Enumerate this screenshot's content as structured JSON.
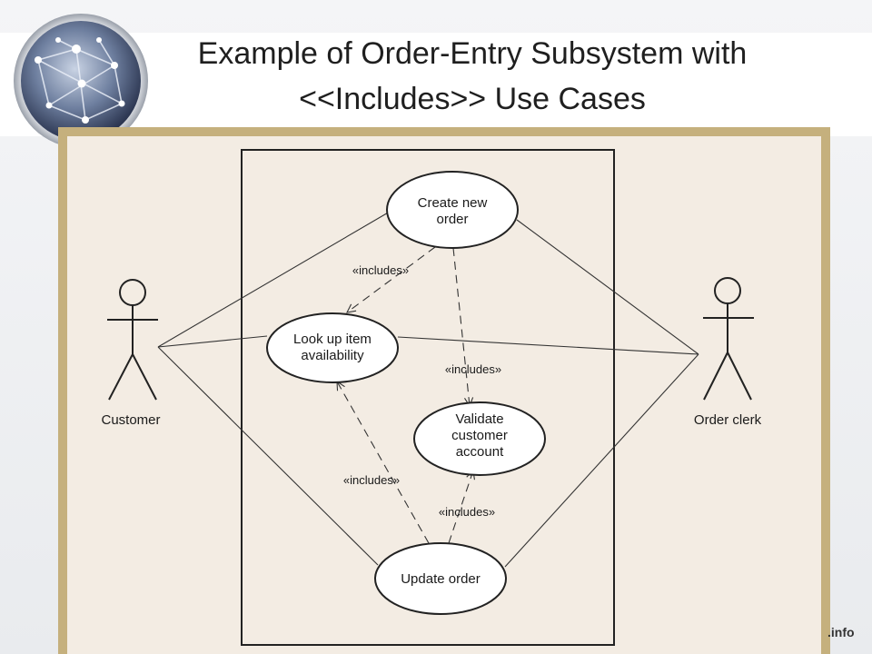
{
  "slide": {
    "title_line1": "Example of Order-Entry Subsystem with",
    "title_line2": "<<Includes>> Use Cases",
    "footer": ".info"
  },
  "diagram": {
    "actors": {
      "customer": "Customer",
      "clerk": "Order clerk"
    },
    "use_cases": {
      "create_line1": "Create new",
      "create_line2": "order",
      "lookup_line1": "Look up item",
      "lookup_line2": "availability",
      "validate_line1": "Validate",
      "validate_line2": "customer",
      "validate_line3": "account",
      "update": "Update order"
    },
    "includes_label": "«includes»"
  },
  "colors": {
    "frame": "#c5b07d",
    "canvas": "#f3ece3",
    "line": "#333333"
  }
}
